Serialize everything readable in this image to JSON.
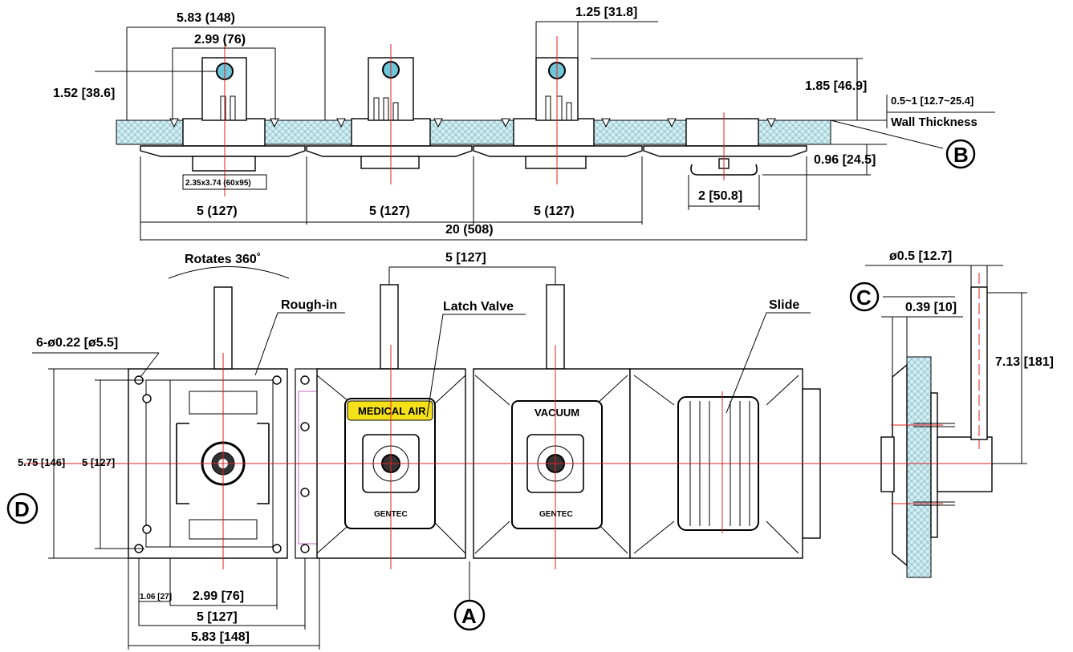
{
  "top_view": {
    "dim_overall_width_top": "5.83 (148)",
    "dim_inner_width_top": "2.99 (76)",
    "dim_pipe_spacing": "1.25 [31.8]",
    "dim_port_height": "1.52 [38.6]",
    "dim_pipe_height": "1.85 [46.9]",
    "dim_wall_range": "0.5~1 [12.7~25.4]",
    "wall_label": "Wall Thickness",
    "dim_slide_depth": "0.96 [24.5]",
    "dim_opening": "2.35x3.74 (60x95)",
    "dim_module_1": "5 (127)",
    "dim_module_2": "5 (127)",
    "dim_module_3": "5 (127)",
    "dim_slide_width": "2 [50.8]",
    "dim_total": "20 (508)",
    "callout_b": "B"
  },
  "front_view": {
    "rotates_label": "Rotates 360˚",
    "dim_center_spacing": "5 [127]",
    "rough_in_label": "Rough-in",
    "latch_valve_label": "Latch Valve",
    "slide_label": "Slide",
    "holes_label": "6-ø0.22 [ø5.5]",
    "dim_height_outer": "5.75 [146]",
    "dim_height_inner": "5 [127]",
    "medical_air_label": "MEDICAL AIR",
    "vacuum_label": "VACUUM",
    "brand_1": "GENTEC",
    "brand_2": "GENTEC",
    "dim_offset": "1.06 [27]",
    "dim_bottom_inner": "2.99 [76]",
    "dim_bottom_mid": "5 [127]",
    "dim_bottom_outer": "5.83 [148]",
    "callout_a": "A",
    "callout_d": "D"
  },
  "side_view": {
    "dim_pipe_dia": "ø0.5 [12.7]",
    "dim_offset": "0.39 [10]",
    "dim_height": "7.13 [181]",
    "callout_c": "C"
  },
  "colors": {
    "centerline": "#e0201c",
    "port": "#6ec6d8",
    "medical_air_bg": "#f5e11a",
    "wall_hatch": "#bfe6ee"
  }
}
